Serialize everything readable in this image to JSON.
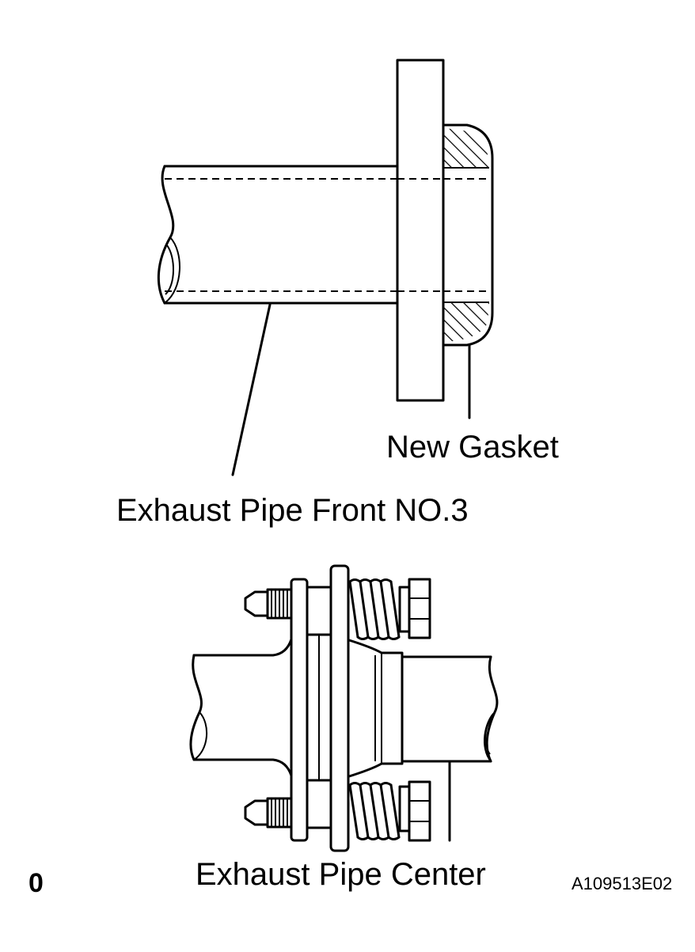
{
  "labels": {
    "new_gasket": "New Gasket",
    "exhaust_pipe_front": "Exhaust Pipe Front NO.3",
    "exhaust_pipe_center": "Exhaust Pipe Center",
    "corner_mark": "0",
    "figure_code": "A109513E02"
  }
}
